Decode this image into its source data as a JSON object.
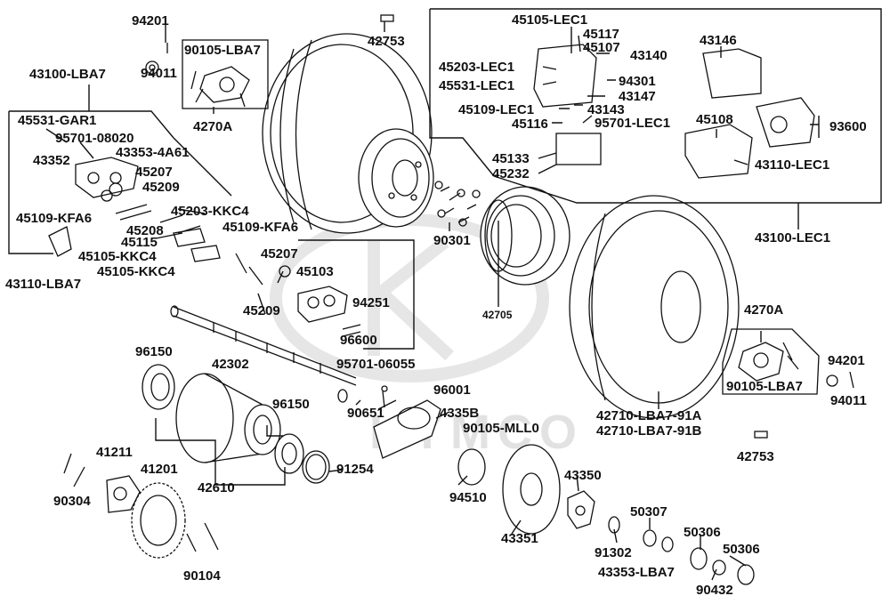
{
  "watermark": {
    "text": "KYMCO",
    "color": "#e2e2e2"
  },
  "colors": {
    "line": "#111111",
    "text": "#111111",
    "background": "#ffffff"
  },
  "labels": {
    "p94201a": "94201",
    "p94011a": "94011",
    "p90105lba7a": "90105-LBA7",
    "p4270aa": "4270A",
    "p42753a": "42753",
    "p43100lba7": "43100-LBA7",
    "p45531gar1": "45531-GAR1",
    "p9570108020": "95701-08020",
    "p433534a61": "43353-4A61",
    "p43352": "43352",
    "p45207a": "45207",
    "p45209a": "45209",
    "p45109kfa6a": "45109-KFA6",
    "p45203kkc4": "45203-KKC4",
    "p45208": "45208",
    "p45115": "45115",
    "p45105kkc4a": "45105-KKC4",
    "p45105kkc4b": "45105-KKC4",
    "p43110lba7": "43110-LBA7",
    "p45109kfa6b": "45109-KFA6",
    "p45207b": "45207",
    "p45103": "45103",
    "p45209b": "45209",
    "p94251": "94251",
    "p96600": "96600",
    "p42302": "42302",
    "p96150a": "96150",
    "p96150b": "96150",
    "p42610": "42610",
    "p91254": "91254",
    "p41211": "41211",
    "p41201": "41201",
    "p90304": "90304",
    "p90104": "90104",
    "p9570106055": "95701-06055",
    "p90651": "90651",
    "p96001": "96001",
    "p4335b": "4335B",
    "p90105mll0": "90105-MLL0",
    "p94510": "94510",
    "p43350": "43350",
    "p43351": "43351",
    "p91302": "91302",
    "p50307": "50307",
    "p43353lba7": "43353-LBA7",
    "p50306a": "50306",
    "p50306b": "50306",
    "p90432": "90432",
    "p42753b": "42753",
    "p42710lba791a": "42710-LBA7-91A",
    "p42710lba791b": "42710-LBA7-91B",
    "p4270ab": "4270A",
    "p90105lba7b": "90105-LBA7",
    "p94201b": "94201",
    "p94011b": "94011",
    "p42705": "42705",
    "p90301": "90301",
    "p43100lec1": "43100-LEC1",
    "p45105lec1": "45105-LEC1",
    "p45117": "45117",
    "p45107": "45107",
    "p43140": "43140",
    "p45203lec1": "45203-LEC1",
    "p45531lec1": "45531-LEC1",
    "p94301": "94301",
    "p43147": "43147",
    "p45109lec1": "45109-LEC1",
    "p43143": "43143",
    "p45116": "45116",
    "p95701lec1": "95701-LEC1",
    "p45133": "45133",
    "p45232": "45232",
    "p43146": "43146",
    "p45108": "45108",
    "p93600": "93600",
    "p43110lec1": "43110-LEC1"
  }
}
